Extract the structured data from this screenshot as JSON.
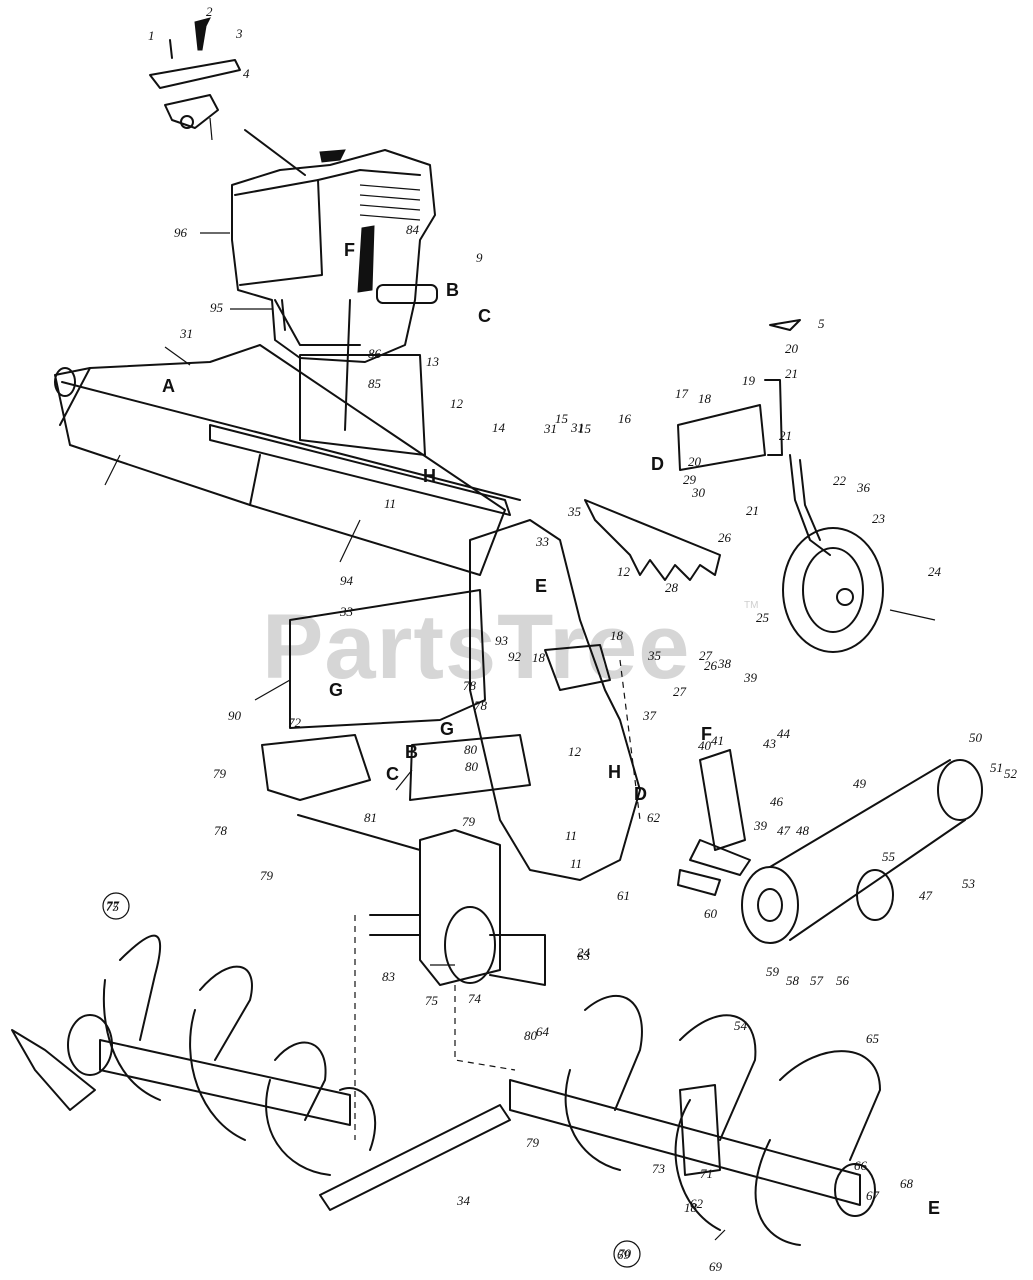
{
  "watermark": {
    "brand": "PartsTree",
    "mark": "TM"
  },
  "colors": {
    "line": "#111111",
    "watermark": "#d6d6d6",
    "background": "#ffffff"
  },
  "part_labels": [
    "1",
    "2",
    "3",
    "4",
    "5",
    "9",
    "11",
    "12",
    "13",
    "14",
    "15",
    "16",
    "17",
    "18",
    "19",
    "20",
    "21",
    "22",
    "23",
    "24",
    "25",
    "26",
    "27",
    "28",
    "29",
    "30",
    "31",
    "33",
    "34",
    "35",
    "36",
    "37",
    "38",
    "39",
    "40",
    "41",
    "43",
    "44",
    "46",
    "47",
    "48",
    "49",
    "50",
    "51",
    "52",
    "53",
    "54",
    "55",
    "56",
    "57",
    "58",
    "59",
    "60",
    "61",
    "62",
    "63",
    "64",
    "65",
    "66",
    "67",
    "68",
    "69",
    "70",
    "71",
    "72",
    "73",
    "74",
    "75",
    "77",
    "78",
    "79",
    "80",
    "81",
    "83",
    "84",
    "85",
    "86",
    "90",
    "92",
    "93",
    "94",
    "95",
    "96"
  ],
  "circled_labels": [
    "75",
    "69"
  ],
  "reference_letters": [
    "A",
    "B",
    "C",
    "D",
    "E",
    "F",
    "G",
    "H"
  ]
}
